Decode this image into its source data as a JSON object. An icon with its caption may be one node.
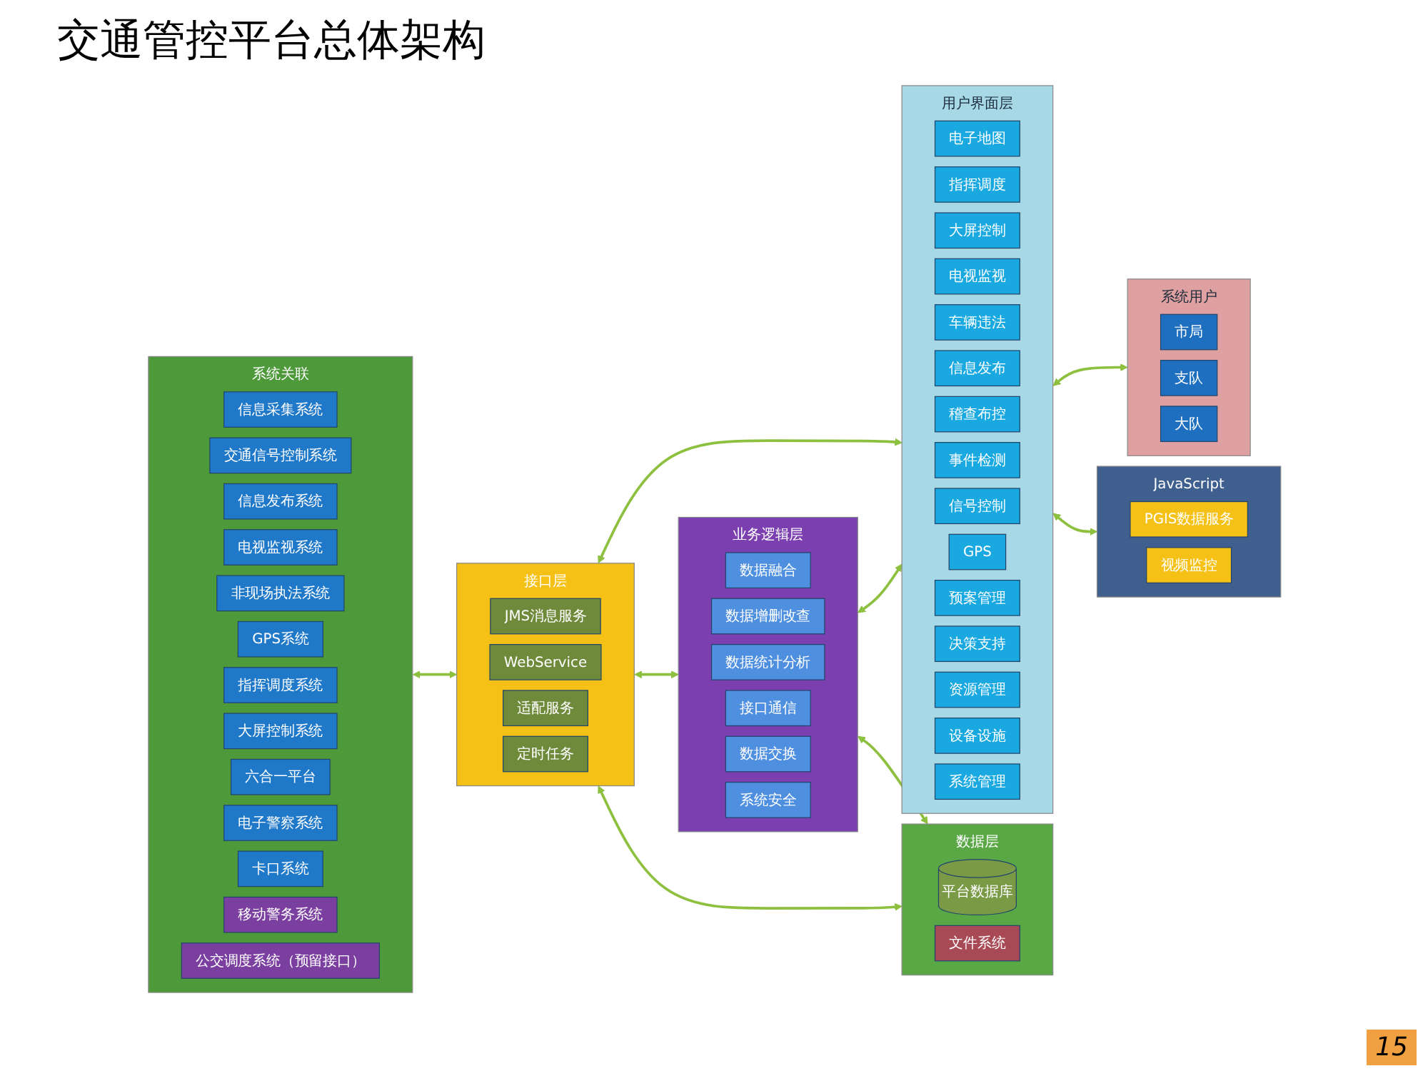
{
  "diagram": {
    "title": "交通管控平台总体架构",
    "nodes": [
      {
        "text": [
          "系统关联"
        ]
      },
      {
        "text": [
          "信息采集系统"
        ],
        "in": 0
      },
      {
        "text": [
          "交通信号控制系统"
        ],
        "in": 0
      },
      {
        "text": [
          "信息发布系统"
        ],
        "in": 0
      },
      {
        "text": [
          "电视监视系统"
        ],
        "in": 0
      },
      {
        "text": [
          "非现场执法系统"
        ],
        "in": 0
      },
      {
        "text": [
          "GPS系统"
        ],
        "in": 0
      },
      {
        "text": [
          "指挥调度系统"
        ],
        "in": 0
      },
      {
        "text": [
          "大屏控制系统"
        ],
        "in": 0
      },
      {
        "text": [
          "六合一平台"
        ],
        "in": 0
      },
      {
        "text": [
          "电子警察系统"
        ],
        "in": 0
      },
      {
        "text": [
          "卡口系统"
        ],
        "in": 0
      },
      {
        "text": [
          "移动警务系统"
        ],
        "in": 0
      },
      {
        "text": [
          "公交调度系统（预留接口）"
        ],
        "in": 0
      },
      {
        "text": [
          "接口层"
        ]
      },
      {
        "text": [
          "JMS消息服务"
        ],
        "in": 14
      },
      {
        "text": [
          "WebService"
        ],
        "in": 14
      },
      {
        "text": [
          "适配服务"
        ],
        "in": 14
      },
      {
        "text": [
          "定时任务"
        ],
        "in": 14
      },
      {
        "text": [
          "业务逻辑层"
        ]
      },
      {
        "text": [
          "数据融合"
        ],
        "in": 19
      },
      {
        "text": [
          "数据增删改查"
        ],
        "in": 19
      },
      {
        "text": [
          "数据统计分析"
        ],
        "in": 19
      },
      {
        "text": [
          "接口通信"
        ],
        "in": 19
      },
      {
        "text": [
          "数据交换"
        ],
        "in": 19
      },
      {
        "text": [
          "系统安全"
        ],
        "in": 19
      },
      {
        "text": [
          "数据层"
        ]
      },
      {
        "text": [
          "平台数据库"
        ],
        "in": 26
      },
      {
        "text": [
          "文件系统"
        ],
        "in": 26
      },
      {
        "text": [
          "用户界面层"
        ]
      },
      {
        "text": [
          "电子地图"
        ],
        "in": 29
      },
      {
        "text": [
          "指挥调度"
        ],
        "in": 29
      },
      {
        "text": [
          "大屏控制"
        ],
        "in": 29
      },
      {
        "text": [
          "电视监视"
        ],
        "in": 29
      },
      {
        "text": [
          "车辆违法"
        ],
        "in": 29
      },
      {
        "text": [
          "信息发布"
        ],
        "in": 29
      },
      {
        "text": [
          "稽查布控"
        ],
        "in": 29
      },
      {
        "text": [
          "事件检测"
        ],
        "in": 29
      },
      {
        "text": [
          "信号控制"
        ],
        "in": 29
      },
      {
        "text": [
          "GPS"
        ],
        "in": 29
      },
      {
        "text": [
          "预案管理"
        ],
        "in": 29
      },
      {
        "text": [
          "决策支持"
        ],
        "in": 29
      },
      {
        "text": [
          "资源管理"
        ],
        "in": 29
      },
      {
        "text": [
          "设备设施"
        ],
        "in": 29
      },
      {
        "text": [
          "系统管理"
        ],
        "in": 29
      },
      {
        "text": [
          "系统用户"
        ]
      },
      {
        "text": [
          "市局"
        ],
        "in": 45
      },
      {
        "text": [
          "支队"
        ],
        "in": 45
      },
      {
        "text": [
          "大队"
        ],
        "in": 45
      },
      {
        "text": [
          "JavaScript"
        ]
      },
      {
        "text": [
          "PGIS数据服务"
        ],
        "in": 49
      },
      {
        "text": [
          "视频监控"
        ],
        "in": 49
      }
    ],
    "edges": [
      {
        "from": 0,
        "to": 14,
        "arrow": "both"
      },
      {
        "from": 14,
        "to": 29,
        "arrow": "both"
      },
      {
        "from": 14,
        "to": 19,
        "arrow": "both"
      },
      {
        "from": 19,
        "to": 29,
        "arrow": "both"
      },
      {
        "from": 19,
        "to": 26,
        "arrow": "both"
      },
      {
        "from": 14,
        "to": 26,
        "arrow": "both"
      },
      {
        "from": 29,
        "to": 45,
        "arrow": "both"
      },
      {
        "from": 29,
        "to": 49,
        "arrow": "both"
      }
    ],
    "labels": [
      "15"
    ]
  }
}
